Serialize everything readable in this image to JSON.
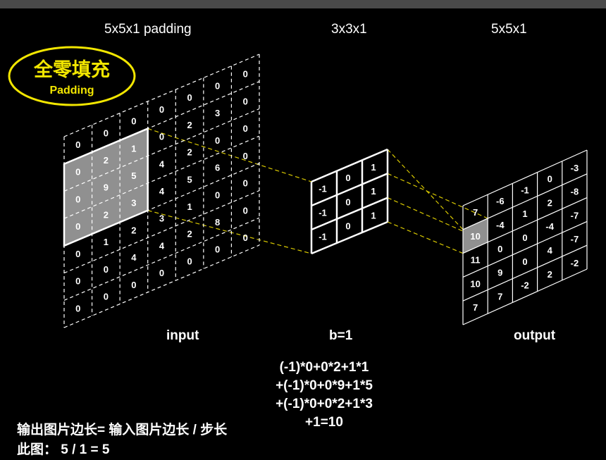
{
  "labels": {
    "input_header": "5x5x1  padding",
    "kernel_header": "3x3x1",
    "output_header": "5x5x1",
    "input_caption": "input",
    "kernel_caption": "b=1",
    "output_caption": "output"
  },
  "badge": {
    "title": "全零填充",
    "subtitle": "Padding"
  },
  "calculation": [
    "(-1)*0+0*2+1*1",
    "+(-1)*0+0*9+1*5",
    "+(-1)*0+0*2+1*3",
    "+1=10"
  ],
  "notes": {
    "rule": "输出图片边长= 输入图片边长 / 步长",
    "example": "此图：  5 / 1  =  5"
  },
  "input_grid": [
    [
      "0",
      "0",
      "0",
      "0",
      "0",
      "0",
      "0"
    ],
    [
      "0",
      "2",
      "1",
      "0",
      "2",
      "3",
      "0"
    ],
    [
      "0",
      "9",
      "5",
      "4",
      "2",
      "0",
      "0"
    ],
    [
      "0",
      "2",
      "3",
      "4",
      "5",
      "6",
      "0"
    ],
    [
      "0",
      "1",
      "2",
      "3",
      "1",
      "0",
      "0"
    ],
    [
      "0",
      "0",
      "4",
      "4",
      "2",
      "8",
      "0"
    ],
    [
      "0",
      "0",
      "0",
      "0",
      "0",
      "0",
      "0"
    ]
  ],
  "kernel_grid": [
    [
      "-1",
      "0",
      "1"
    ],
    [
      "-1",
      "0",
      "1"
    ],
    [
      "-1",
      "0",
      "1"
    ]
  ],
  "output_grid": [
    [
      "7",
      "-6",
      "-1",
      "0",
      "-3"
    ],
    [
      "10",
      "-4",
      "1",
      "2",
      "-8"
    ],
    [
      "11",
      "0",
      "0",
      "-4",
      "-7"
    ],
    [
      "10",
      "9",
      "0",
      "4",
      "-7"
    ],
    [
      "7",
      "7",
      "-2",
      "2",
      "-2"
    ]
  ],
  "colors": {
    "background": "#000000",
    "highlight": "#909090",
    "badge_fill": "#000000",
    "badge_border": "#f2e600",
    "badge_text": "#f2e600",
    "connector": "#d8c800"
  }
}
